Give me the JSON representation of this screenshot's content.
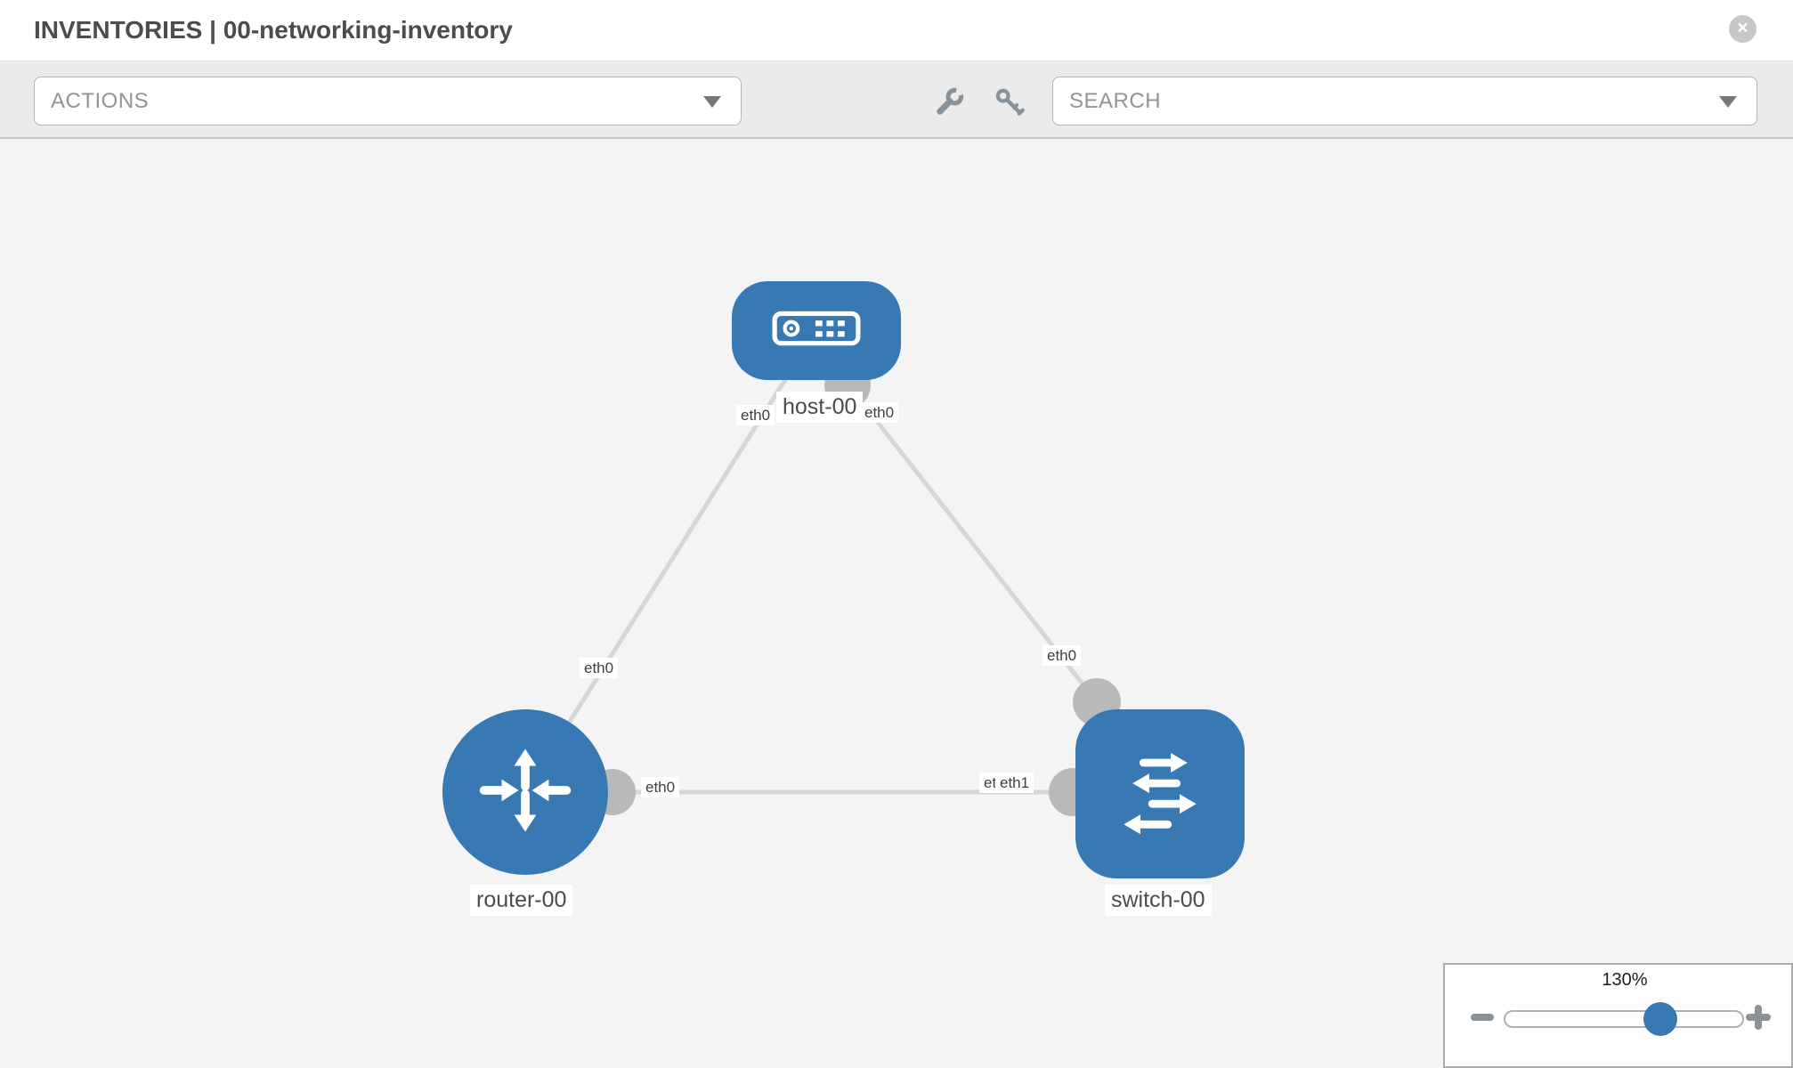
{
  "header": {
    "title": "INVENTORIES | 00-networking-inventory"
  },
  "toolbar": {
    "actions_label": "ACTIONS",
    "search_label": "SEARCH",
    "icons": [
      "wrench-icon",
      "key-icon"
    ]
  },
  "icons": {
    "close": "×"
  },
  "topology": {
    "nodes": [
      {
        "id": "host-00",
        "label": "host-00",
        "type": "host",
        "icon": "server-icon"
      },
      {
        "id": "router-00",
        "label": "router-00",
        "type": "router",
        "icon": "router-arrows-icon"
      },
      {
        "id": "switch-00",
        "label": "switch-00",
        "type": "switch",
        "icon": "switch-arrows-icon"
      }
    ],
    "links": [
      {
        "source": "host-00",
        "source_interface": "eth0",
        "target": "router-00",
        "target_interface": "eth0"
      },
      {
        "source": "host-00",
        "source_interface": "eth0",
        "target": "switch-00",
        "target_interface": "eth0"
      },
      {
        "source": "router-00",
        "source_interface": "eth0",
        "target": "switch-00",
        "target_interface": "eth1"
      }
    ],
    "labels": {
      "host_node": "host-00",
      "router_node": "router-00",
      "switch_node": "switch-00",
      "host_to_router_if": "eth0",
      "host_to_switch_if": "eth0",
      "router_to_host_if": "eth0",
      "switch_to_host_if": "eth0",
      "router_to_switch_if": "eth0",
      "switch_to_router_if": "eth1",
      "switch_to_router_if_under": "eth0"
    }
  },
  "zoom_control": {
    "value": "130%",
    "percent": 130
  },
  "colors": {
    "node_blue": "#3879b4",
    "link_gray": "#d6d6d6",
    "connector_gray": "#b9b9b9",
    "toolbar_bg": "#ebebeb",
    "canvas_bg": "#f4f4f4"
  }
}
